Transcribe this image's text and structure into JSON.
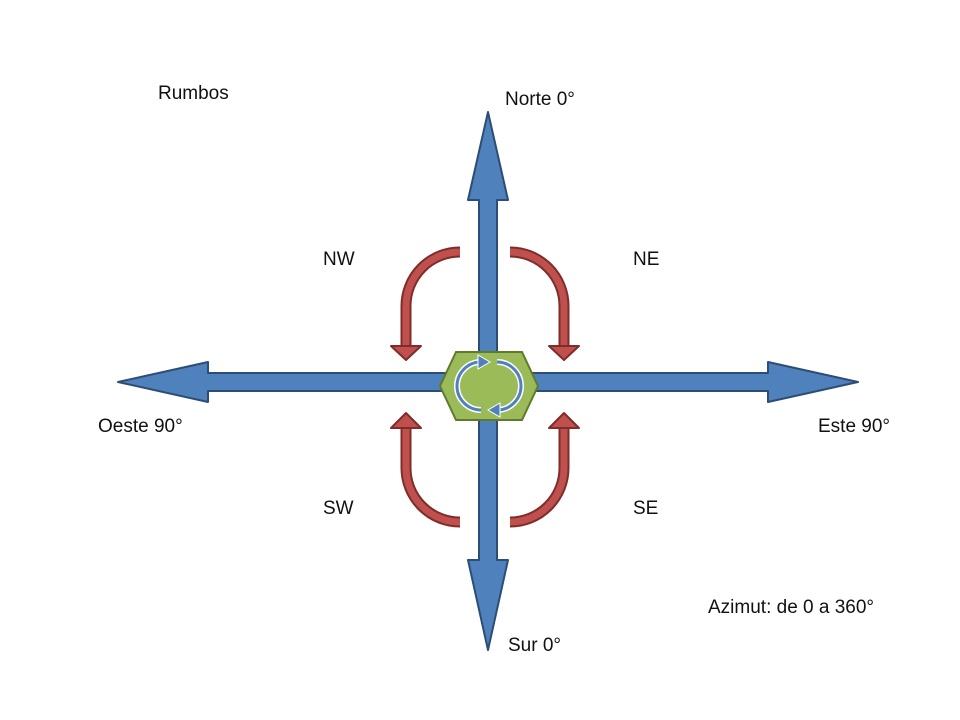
{
  "title": "Rumbos",
  "directions": {
    "north": "Norte 0°",
    "south": "Sur 0°",
    "east": "Este 90°",
    "west": "Oeste 90°"
  },
  "quadrants": {
    "nw": "NW",
    "ne": "NE",
    "sw": "SW",
    "se": "SE"
  },
  "azimuth_note": "Azimut: de 0 a 360°",
  "colors": {
    "axis_fill": "#4f81bd",
    "axis_stroke": "#2c4d75",
    "curve_fill": "#c0504d",
    "curve_stroke": "#7f2d2b",
    "hex_fill": "#9bbb59",
    "hex_stroke": "#5f7a2c",
    "rotate_icon": "#4f81bd"
  },
  "icons": [
    "rotate-icon"
  ]
}
